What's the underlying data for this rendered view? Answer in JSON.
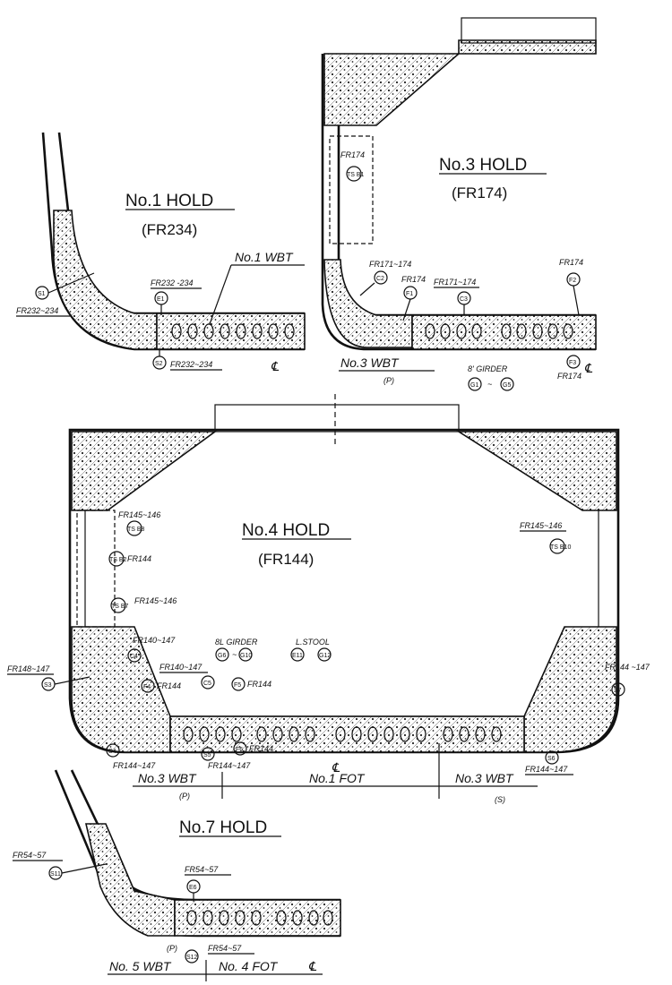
{
  "holds": {
    "h1": {
      "title": "No.1 HOLD",
      "frame": "(FR234)"
    },
    "h3": {
      "title": "No.3 HOLD",
      "frame": "(FR174)"
    },
    "h4": {
      "title": "No.4 HOLD",
      "frame": "(FR144)"
    },
    "h7": {
      "title": "No.7 HOLD"
    }
  },
  "labels": {
    "h1": {
      "fr_side": "FR232~234",
      "fr_top": "FR232 -234",
      "fr_bottom": "FR232~234",
      "tank": "No.1 WBT",
      "s1": "S1",
      "e1": "E1",
      "s2": "S2"
    },
    "h3": {
      "fr174_side": "FR174",
      "fr171_174_a": "FR171~174",
      "fr174_f1": "FR174",
      "fr171_174_b": "FR171~174",
      "fr174_f2": "FR174",
      "fr174_f3": "FR174",
      "tank": "No.3 WBT",
      "tank_side": "(P)",
      "girder": "8' GIRDER",
      "girder_range": "~",
      "g1": "G1",
      "g5": "G5",
      "c2": "C2",
      "f1": "F1",
      "c3": "C3",
      "f2": "F2",
      "f3": "F3",
      "ts_b1": "TS B1"
    },
    "h4": {
      "fr145_146_l": "FR145~146",
      "fr144_l": "FR144",
      "fr145_146_l2": "FR145~146",
      "fr145_146_r": "FR145~146",
      "fr140_147_a": "FR140~147",
      "fr148_147": "FR148~147",
      "fr140_147_b": "FR140~147",
      "fr144_f4": "FR144",
      "fr144_f5": "FR144",
      "fr144_f6": "FR144",
      "fr144_147_r": "FR144\n~147",
      "fr144_147_bl": "FR144~147",
      "fr144_147_bm": "FR144~147",
      "fr144_147_br": "FR144~147",
      "girder": "8L GIRDER",
      "girder_range": "~",
      "stool": "L.STOOL",
      "g6": "G6",
      "g10": "G10",
      "e11": "E11",
      "g12": "G12",
      "c4": "C4",
      "c5": "C5",
      "s3": "S3",
      "s4": "S4",
      "s5": "S5",
      "s6": "S6",
      "s7": "S7",
      "f4": "F4",
      "f5": "F5",
      "f6": "F6",
      "ts_a": "TS B8",
      "ts_b": "TS B2",
      "ts_c": "TS B7",
      "ts_d": "TS B10",
      "wbt_p": "No.3 WBT",
      "wbt_p_side": "(P)",
      "fot": "No.1 FOT",
      "wbt_s": "No.3 WBT",
      "wbt_s_side": "(S)"
    },
    "h7": {
      "fr_side": "FR54~57",
      "fr_top": "FR54~57",
      "fr_bottom": "FR54~57",
      "s11": "S11",
      "e6": "E6",
      "s12": "S12",
      "side": "(P)",
      "wbt": "No. 5 WBT",
      "fot": "No. 4 FOT"
    }
  },
  "symbols": {
    "centerline": "℄"
  }
}
